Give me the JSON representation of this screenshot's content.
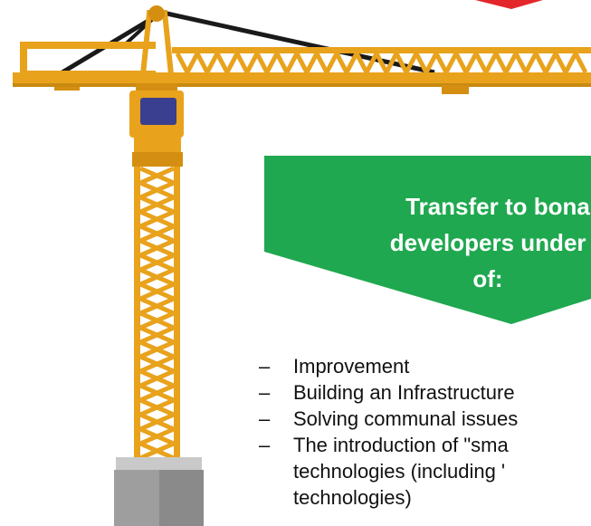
{
  "banner": {
    "lines": [
      "Transfer to bona",
      "developers under c",
      "of:"
    ],
    "color": "#1fa84f"
  },
  "list": {
    "bullet": "–",
    "items": [
      "Improvement",
      "Building an Infrastructure",
      "Solving communal issues",
      "The introduction of \"sma"
    ],
    "continuation": [
      "technologies (including '",
      "technologies)"
    ]
  },
  "crane": {
    "icon": "tower-crane-icon",
    "steel_color": "#e8a21c",
    "cable_color": "#1a1a1a",
    "base_color": "#9e9e9e",
    "cabin_window_color": "#3b3f8f"
  }
}
